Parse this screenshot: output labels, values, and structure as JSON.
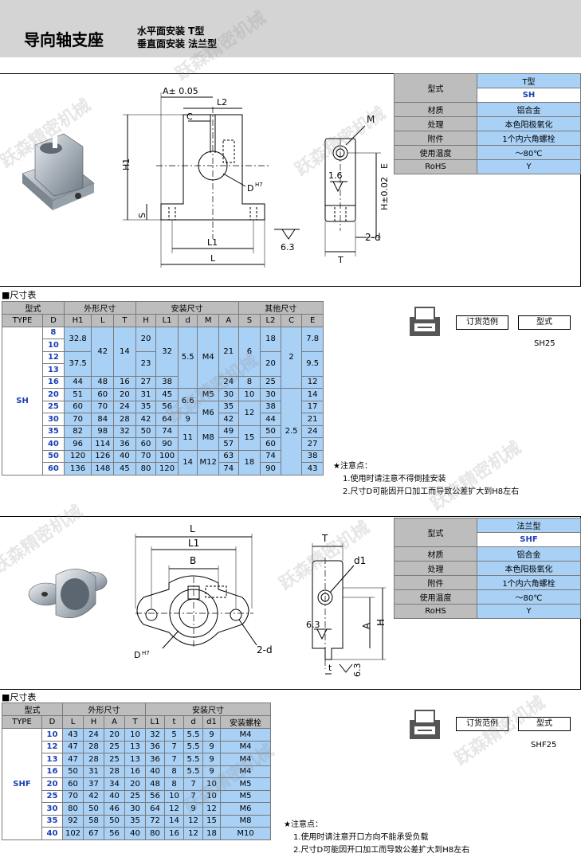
{
  "header": {
    "title": "导向轴支座",
    "sub1": "水平面安装 T型",
    "sub2": "垂直面安装 法兰型"
  },
  "sh": {
    "spec": {
      "model_label": "型式",
      "model_value1": "T型",
      "model_value2": "SH",
      "rows": [
        {
          "label": "材质",
          "value": "铝合金"
        },
        {
          "label": "处理",
          "value": "本色阳极氧化"
        },
        {
          "label": "附件",
          "value": "1个内六角螺栓"
        },
        {
          "label": "使用温度",
          "value": "～80℃"
        },
        {
          "label": "RoHS",
          "value": "Y"
        }
      ]
    },
    "drawing": {
      "a": "A± 0.05",
      "l2": "L2",
      "c": "C",
      "m": "M",
      "h1": "H1",
      "dh7": "D",
      "h7": "H7",
      "e": "E",
      "h": "H±0.02",
      "s": "S",
      "f16": "1.6",
      "l1": "L1",
      "l": "L",
      "f63": "6.3",
      "t": "T",
      "twod": "2-d"
    },
    "section_label": "■尺寸表",
    "table": {
      "g1": "型式",
      "g2": "外形尺寸",
      "g3": "安装尺寸",
      "g4": "其他尺寸",
      "cols": [
        "TYPE",
        "D",
        "H1",
        "L",
        "T",
        "H",
        "L1",
        "d",
        "M",
        "A",
        "S",
        "L2",
        "C",
        "E"
      ],
      "type": "SH",
      "d": [
        "8",
        "10",
        "12",
        "13",
        "16",
        "20",
        "25",
        "30",
        "35",
        "40",
        "50",
        "60"
      ],
      "h1": [
        "32.8",
        "37.5",
        "44",
        "51",
        "60",
        "70",
        "82",
        "96",
        "120",
        "136"
      ],
      "l": [
        "42",
        "48",
        "60",
        "70",
        "84",
        "98",
        "114",
        "126",
        "148"
      ],
      "t": [
        "14",
        "16",
        "20",
        "24",
        "28",
        "32",
        "36",
        "40",
        "45"
      ],
      "h": [
        "20",
        "23",
        "27",
        "31",
        "35",
        "42",
        "50",
        "60",
        "70",
        "80"
      ],
      "l1": [
        "32",
        "38",
        "45",
        "56",
        "64",
        "74",
        "90",
        "100",
        "120"
      ],
      "dd": [
        "5.5",
        "6.6",
        "9",
        "11",
        "14"
      ],
      "m": [
        "M4",
        "M5",
        "M6",
        "M8",
        "M12"
      ],
      "a": [
        "21",
        "24",
        "30",
        "35",
        "42",
        "49",
        "57",
        "63",
        "74"
      ],
      "s": [
        "6",
        "8",
        "10",
        "12",
        "15",
        "18"
      ],
      "l2": [
        "18",
        "20",
        "25",
        "30",
        "38",
        "44",
        "50",
        "60",
        "74",
        "90"
      ],
      "c": [
        "2",
        "2.5"
      ],
      "e": [
        "7.8",
        "9.5",
        "12",
        "14",
        "17",
        "21",
        "24",
        "27",
        "38",
        "43"
      ]
    },
    "order_button": "订货范例",
    "model_button": "型式",
    "code": "SH25",
    "notes": {
      "title": "★注意点：",
      "n1": "1.使用时请注意不得倒挂安装",
      "n2": "2.尺寸D可能因开口加工而导致公差扩大到H8左右"
    }
  },
  "shf": {
    "spec": {
      "model_label": "型式",
      "model_value1": "法兰型",
      "model_value2": "SHF",
      "rows": [
        {
          "label": "材质",
          "value": "铝合金"
        },
        {
          "label": "处理",
          "value": "本色阳极氧化"
        },
        {
          "label": "附件",
          "value": "1个内六角螺栓"
        },
        {
          "label": "使用温度",
          "value": "～80℃"
        },
        {
          "label": "RoHS",
          "value": "Y"
        }
      ]
    },
    "drawing": {
      "l": "L",
      "l1": "L1",
      "b": "B",
      "t": "T",
      "d1": "d1",
      "dh7": "D",
      "h7": "H7",
      "twod": "2-d",
      "f63": "6.3",
      "a": "A",
      "h": "H",
      "tt": "t",
      "f63b": "6.3"
    },
    "section_label": "■尺寸表",
    "table": {
      "g1": "型式",
      "g2": "外形尺寸",
      "g3": "安装尺寸",
      "cols": [
        "TYPE",
        "D",
        "L",
        "H",
        "A",
        "T",
        "L1",
        "t",
        "d",
        "d1",
        "安装螺栓"
      ],
      "type": "SHF",
      "rows": [
        [
          "10",
          "43",
          "24",
          "20",
          "10",
          "32",
          "5",
          "5.5",
          "9",
          "M4"
        ],
        [
          "12",
          "47",
          "28",
          "25",
          "13",
          "36",
          "7",
          "5.5",
          "9",
          "M4"
        ],
        [
          "13",
          "47",
          "28",
          "25",
          "13",
          "36",
          "7",
          "5.5",
          "9",
          "M4"
        ],
        [
          "16",
          "50",
          "31",
          "28",
          "16",
          "40",
          "8",
          "5.5",
          "9",
          "M4"
        ],
        [
          "20",
          "60",
          "37",
          "34",
          "20",
          "48",
          "8",
          "7",
          "10",
          "M5"
        ],
        [
          "25",
          "70",
          "42",
          "40",
          "25",
          "56",
          "10",
          "7",
          "10",
          "M5"
        ],
        [
          "30",
          "80",
          "50",
          "46",
          "30",
          "64",
          "12",
          "9",
          "12",
          "M6"
        ],
        [
          "35",
          "92",
          "58",
          "50",
          "35",
          "72",
          "14",
          "12",
          "15",
          "M8"
        ],
        [
          "40",
          "102",
          "67",
          "56",
          "40",
          "80",
          "16",
          "12",
          "18",
          "M10"
        ]
      ]
    },
    "order_button": "订货范例",
    "model_button": "型式",
    "code": "SHF25",
    "notes": {
      "title": "★注意点：",
      "n1": "1.使用时请注意开口方向不能承受负载",
      "n2": "2.尺寸D可能因开口加工而导致公差扩大到H8左右"
    }
  },
  "watermark": "跃森精密机械"
}
